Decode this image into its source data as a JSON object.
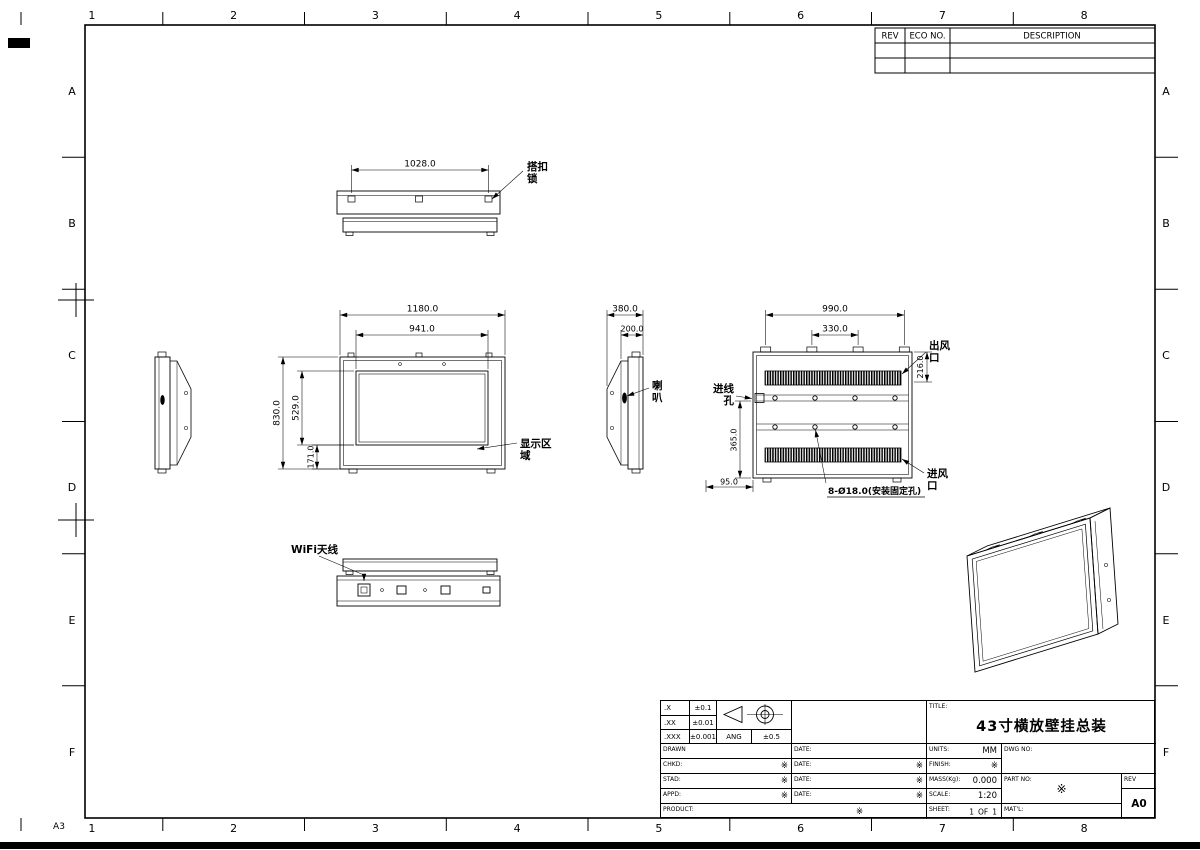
{
  "sheet": {
    "format": "A3",
    "columns": [
      "1",
      "2",
      "3",
      "4",
      "5",
      "6",
      "7",
      "8"
    ],
    "rows": [
      "A",
      "B",
      "C",
      "D",
      "E",
      "F"
    ]
  },
  "rev_table": {
    "rev": "REV",
    "eco_no": "ECO NO.",
    "description": "DESCRIPTION"
  },
  "views": {
    "top": {
      "dim_width": "1028.0",
      "latch_label": [
        "搭扣",
        "锁"
      ]
    },
    "front": {
      "dim_outer_w": "1180.0",
      "dim_display_w": "941.0",
      "dim_outer_h": "830.0",
      "dim_display_h": "529.0",
      "dim_bottom": "171.0",
      "display_label": [
        "显示区",
        "域"
      ]
    },
    "side": {
      "dim_depth": "380.0",
      "dim_back": "200.0",
      "speaker_label": [
        "喇",
        "叭"
      ]
    },
    "rear": {
      "dim_mount_w": "990.0",
      "dim_mount_inner": "330.0",
      "dim_top": "216.0",
      "dim_left": "365.0",
      "dim_offset": "95.0",
      "outlet_label": [
        "出风",
        "口"
      ],
      "cable_label": [
        "进线",
        "孔"
      ],
      "inlet_label": [
        "进风",
        "口"
      ],
      "holes_note": "8-Ø18.0(安装固定孔)"
    },
    "bottom": {
      "wifi_label": "WiFi天线"
    }
  },
  "title_block": {
    "tolerance": {
      "x_label": ".X",
      "x": "±0.1",
      "xx_label": ".XX",
      "xx": "±0.01",
      "xxx_label": ".XXX",
      "xxx": "±0.001",
      "ang_label": "ANG",
      "ang": "±0.5"
    },
    "drawn_label": "DRAWN",
    "date_label": "DATE:",
    "chkd_label": "CHKD:",
    "stad_label": "STAD:",
    "appd_label": "APPD:",
    "product_label": "PRODUCT:",
    "title_label": "TITLE:",
    "title": "43寸横放壁挂总装",
    "units_label": "UNITS:",
    "units": "MM",
    "dwg_no_label": "DWG NO:",
    "finish_label": "FINISH:",
    "mass_label": "MASS(Kg):",
    "mass": "0.000",
    "part_no_label": "PART NO:",
    "rev_label": "REV",
    "rev": "A0",
    "scale_label": "SCALE:",
    "scale": "1:20",
    "sheet_label": "SHEET:",
    "sheet_no": "1",
    "of_label": "OF",
    "sheet_total": "1",
    "matl_label": "MAT'L:",
    "ref_mark": "※"
  }
}
